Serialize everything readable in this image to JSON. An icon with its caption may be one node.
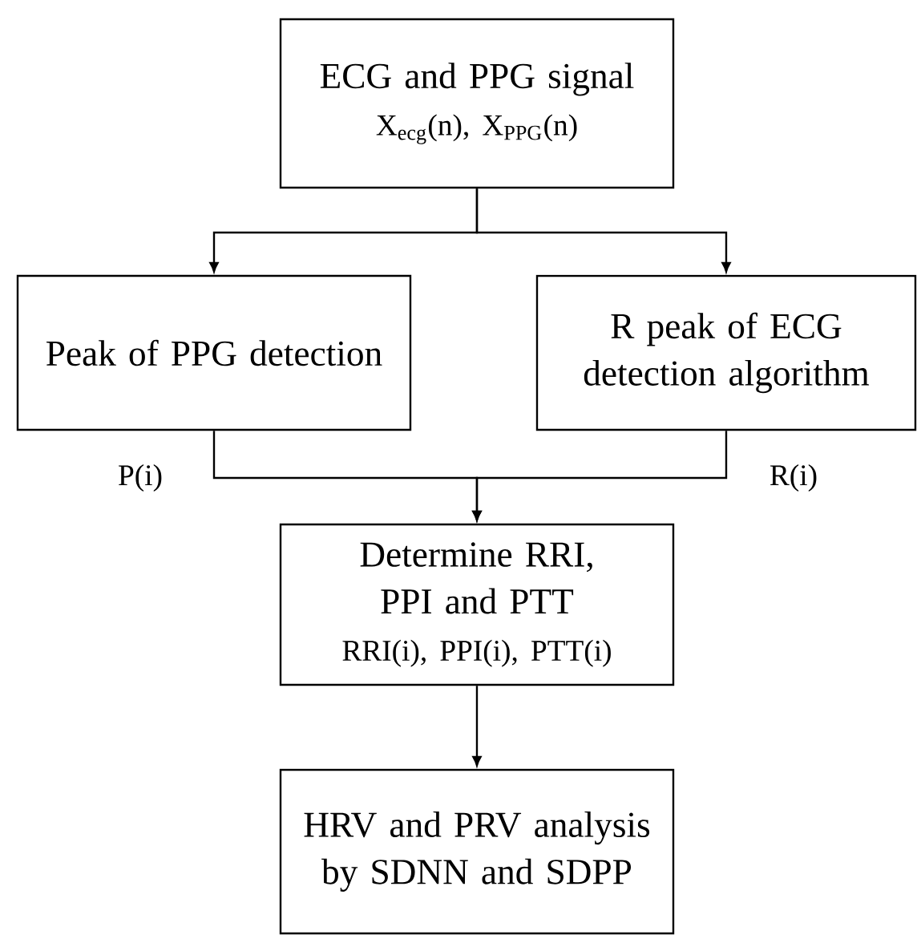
{
  "diagram": {
    "nodes": [
      {
        "text": [
          "ECG and PPG signal",
          "X$_{ecg}$(n), X$_{PPG}$(n)"
        ]
      },
      {
        "text": [
          "Peak of PPG detection"
        ]
      },
      {
        "text": [
          "R peak of ECG detection algorithm"
        ]
      },
      {
        "text": [
          "Determine RRI, PPI and PTT",
          "RRI(i), PPI(i), PTT(i)"
        ]
      },
      {
        "text": [
          "HRV and PRV analysis by SDNN and SDPP"
        ]
      }
    ],
    "edges": [
      {
        "from": 0,
        "to": 1,
        "arrow": "to"
      },
      {
        "from": 0,
        "to": 2,
        "arrow": "to"
      },
      {
        "from": 1,
        "to": 3,
        "arrow": "to",
        "label": "P(i)"
      },
      {
        "from": 2,
        "to": 3,
        "arrow": "to",
        "label": "R(i)"
      },
      {
        "from": 3,
        "to": 4,
        "arrow": "to"
      }
    ]
  }
}
